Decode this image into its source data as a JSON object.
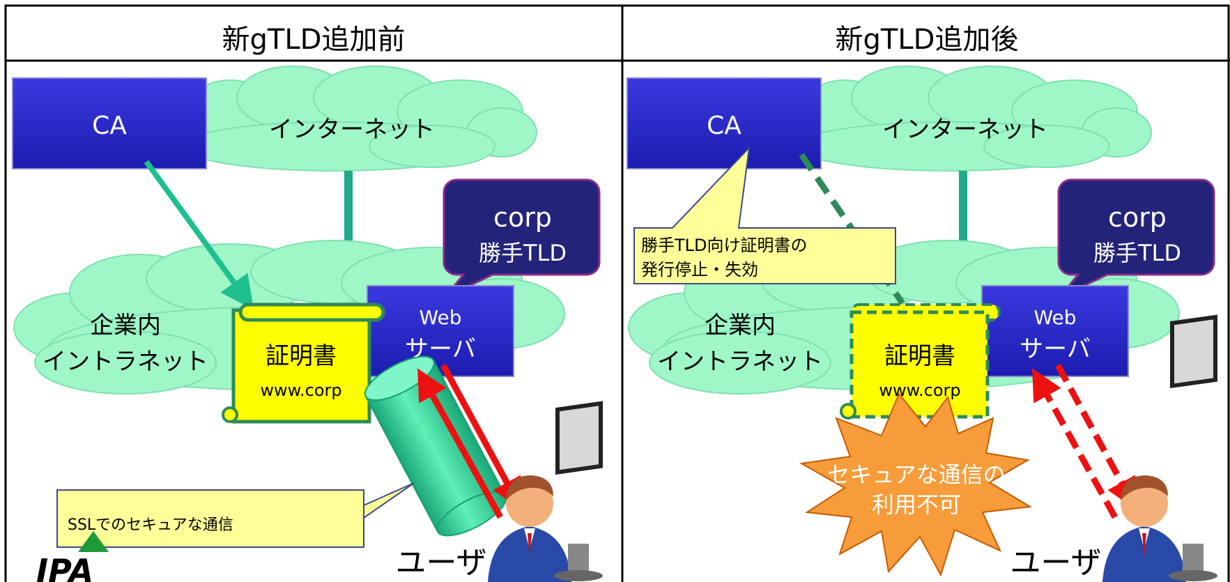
{
  "left_panel": {
    "title": "新gTLD追加前",
    "ca": "CA",
    "internet": "インターネット",
    "intranet_line1": "企業内",
    "intranet_line2": "イントラネット",
    "corp_line1": "corp",
    "corp_line2": "勝手TLD",
    "web_line1": "Web",
    "web_line2": "サーバ",
    "cert_title": "証明書",
    "cert_domain": "www.corp",
    "ssl_callout": "SSLでのセキュアな通信",
    "user": "ユーザ"
  },
  "right_panel": {
    "title": "新gTLD追加後",
    "ca": "CA",
    "internet": "インターネット",
    "intranet_line1": "企業内",
    "intranet_line2": "イントラネット",
    "corp_line1": "corp",
    "corp_line2": "勝手TLD",
    "web_line1": "Web",
    "web_line2": "サーバ",
    "cert_title": "証明書",
    "cert_domain": "www.corp",
    "ca_callout_line1": "勝手TLD向け証明書の",
    "ca_callout_line2": "発行停止・失効",
    "warning_line1": "セキュアな通信の",
    "warning_line2": "利用不可",
    "user": "ユーザ"
  },
  "logo": {
    "text": "IPA"
  },
  "colors": {
    "ca_blue": "#2323c8",
    "cloud_green": "#9ff7c8",
    "corp_navy": "#23237a",
    "cert_yellow": "#ffff00",
    "arrow_red": "#ee1111",
    "arrow_green": "#1fbf8f",
    "starburst_orange": "#f79c3a"
  }
}
